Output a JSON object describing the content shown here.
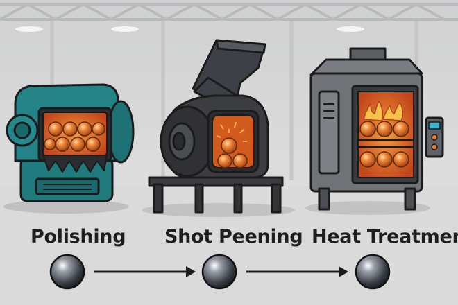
{
  "stages": [
    {
      "label": "Polishing"
    },
    {
      "label": "Shot Peening"
    },
    {
      "label": "Heat Treatment"
    }
  ],
  "colors": {
    "polisher_body": "#1f7b7e",
    "machine_dark": "#3b3d42",
    "furnace_gray": "#6f7378",
    "glow": "#f07a1e",
    "outline": "#1b1b1b",
    "floor": "#d9d9d9"
  },
  "icons": [
    "steel-ball-icon",
    "arrow-right-icon",
    "flame-icon"
  ]
}
